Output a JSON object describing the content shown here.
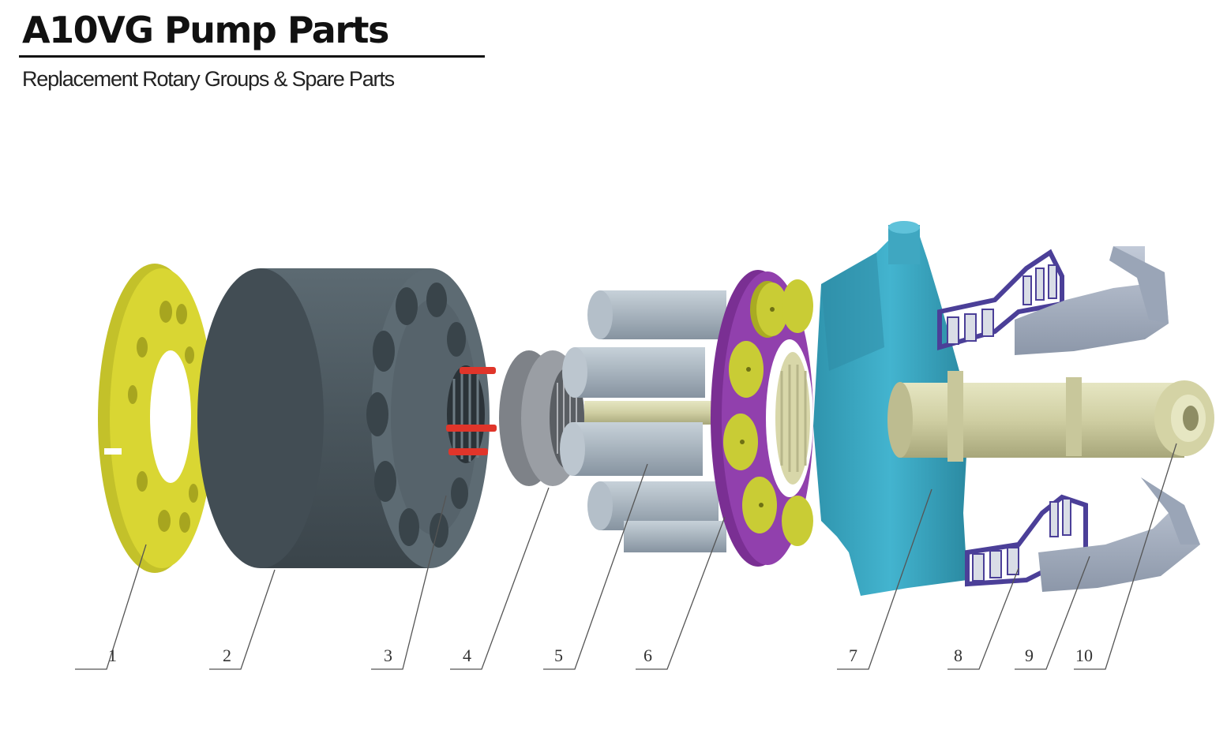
{
  "header": {
    "title": "A10VG Pump Parts",
    "subtitle": "Replacement Rotary Groups & Spare Parts"
  },
  "callouts": [
    "1",
    "2",
    "3",
    "4",
    "5",
    "6",
    "7",
    "8",
    "9",
    "10"
  ],
  "colors": {
    "valve_plate": "#d8d631",
    "cylinder_block": "#4d5a62",
    "spherical_guide": "#8c9096",
    "pistons": "#a9b5bf",
    "retainer_plate": "#8e3aa8",
    "slippers": "#c9cc35",
    "swash_plate": "#3aa9c4",
    "bearing_cage": "#4b3f98",
    "bearing_shell": "#aab4c4",
    "drive_shaft": "#d8d7a9",
    "springs": "#e0352a"
  }
}
